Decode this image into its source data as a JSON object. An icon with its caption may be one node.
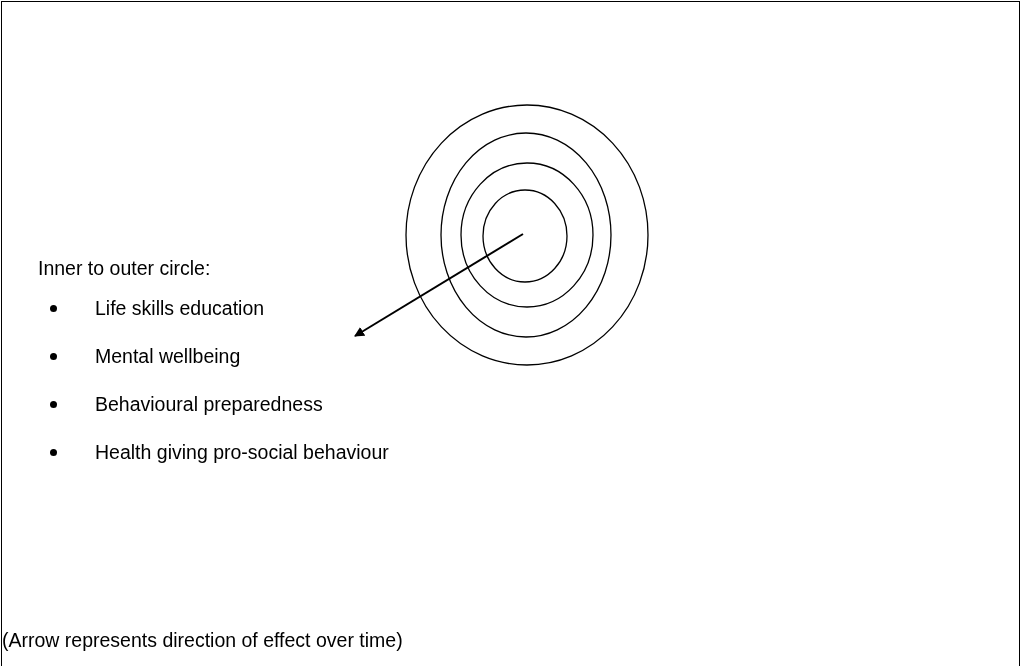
{
  "diagram": {
    "labels": [
      "Inner to outer circle:",
      "Life skills education",
      "Mental wellbeing",
      "Behavioural preparedness",
      "Health giving pro-social behaviour",
      "(Arrow represents direction of effect over time)"
    ]
  }
}
